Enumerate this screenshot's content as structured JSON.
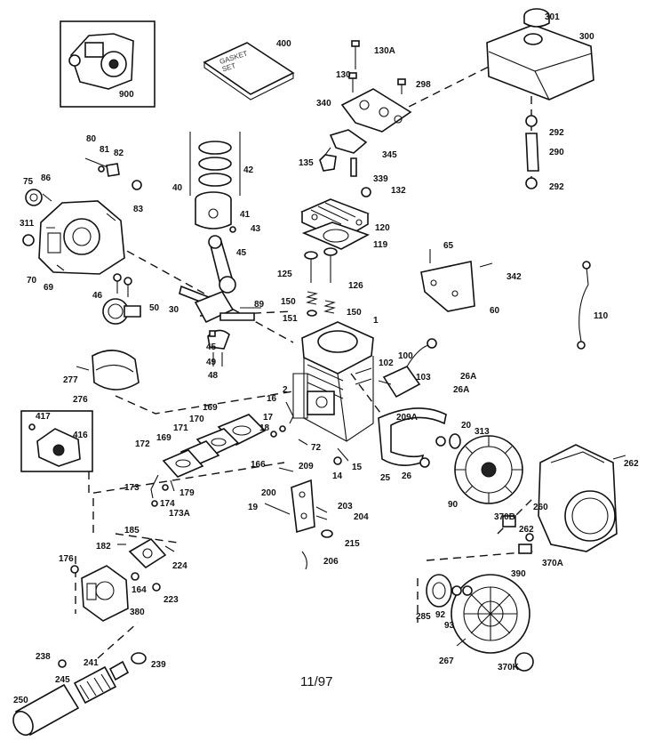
{
  "footer": {
    "date_code": "11/97"
  },
  "book": {
    "cover_line1": "GASKET",
    "cover_line2": "SET"
  },
  "callouts": [
    {
      "id": "301"
    },
    {
      "id": "300"
    },
    {
      "id": "400"
    },
    {
      "id": "130A"
    },
    {
      "id": "130"
    },
    {
      "id": "298"
    },
    {
      "id": "340"
    },
    {
      "id": "900"
    },
    {
      "id": "292"
    },
    {
      "id": "290"
    },
    {
      "id": "292b",
      "text": "292"
    },
    {
      "id": "80"
    },
    {
      "id": "81"
    },
    {
      "id": "82"
    },
    {
      "id": "86"
    },
    {
      "id": "75"
    },
    {
      "id": "83"
    },
    {
      "id": "42"
    },
    {
      "id": "40"
    },
    {
      "id": "41"
    },
    {
      "id": "43"
    },
    {
      "id": "135"
    },
    {
      "id": "345"
    },
    {
      "id": "339"
    },
    {
      "id": "132"
    },
    {
      "id": "120"
    },
    {
      "id": "119"
    },
    {
      "id": "311"
    },
    {
      "id": "70"
    },
    {
      "id": "69"
    },
    {
      "id": "45"
    },
    {
      "id": "125"
    },
    {
      "id": "126"
    },
    {
      "id": "65"
    },
    {
      "id": "342"
    },
    {
      "id": "60"
    },
    {
      "id": "46"
    },
    {
      "id": "50"
    },
    {
      "id": "30"
    },
    {
      "id": "89"
    },
    {
      "id": "150"
    },
    {
      "id": "151"
    },
    {
      "id": "150b",
      "text": "150"
    },
    {
      "id": "1"
    },
    {
      "id": "110"
    },
    {
      "id": "45b",
      "text": "45"
    },
    {
      "id": "49"
    },
    {
      "id": "48"
    },
    {
      "id": "277"
    },
    {
      "id": "276"
    },
    {
      "id": "102"
    },
    {
      "id": "100"
    },
    {
      "id": "103"
    },
    {
      "id": "26A"
    },
    {
      "id": "26Ab",
      "text": "26A"
    },
    {
      "id": "2"
    },
    {
      "id": "209A"
    },
    {
      "id": "417"
    },
    {
      "id": "416"
    },
    {
      "id": "169"
    },
    {
      "id": "16"
    },
    {
      "id": "170"
    },
    {
      "id": "17"
    },
    {
      "id": "171"
    },
    {
      "id": "18"
    },
    {
      "id": "20"
    },
    {
      "id": "313"
    },
    {
      "id": "172"
    },
    {
      "id": "169b",
      "text": "169"
    },
    {
      "id": "72"
    },
    {
      "id": "166"
    },
    {
      "id": "209"
    },
    {
      "id": "15"
    },
    {
      "id": "14"
    },
    {
      "id": "25"
    },
    {
      "id": "26"
    },
    {
      "id": "262"
    },
    {
      "id": "173"
    },
    {
      "id": "179"
    },
    {
      "id": "174"
    },
    {
      "id": "173A"
    },
    {
      "id": "200"
    },
    {
      "id": "19"
    },
    {
      "id": "203"
    },
    {
      "id": "204"
    },
    {
      "id": "90"
    },
    {
      "id": "260"
    },
    {
      "id": "370B"
    },
    {
      "id": "262b",
      "text": "262"
    },
    {
      "id": "215"
    },
    {
      "id": "185"
    },
    {
      "id": "182"
    },
    {
      "id": "224"
    },
    {
      "id": "370A"
    },
    {
      "id": "206"
    },
    {
      "id": "176"
    },
    {
      "id": "164"
    },
    {
      "id": "223"
    },
    {
      "id": "390"
    },
    {
      "id": "380"
    },
    {
      "id": "285"
    },
    {
      "id": "92"
    },
    {
      "id": "93"
    },
    {
      "id": "238"
    },
    {
      "id": "241"
    },
    {
      "id": "239"
    },
    {
      "id": "267"
    },
    {
      "id": "370K"
    },
    {
      "id": "245"
    },
    {
      "id": "250"
    }
  ]
}
